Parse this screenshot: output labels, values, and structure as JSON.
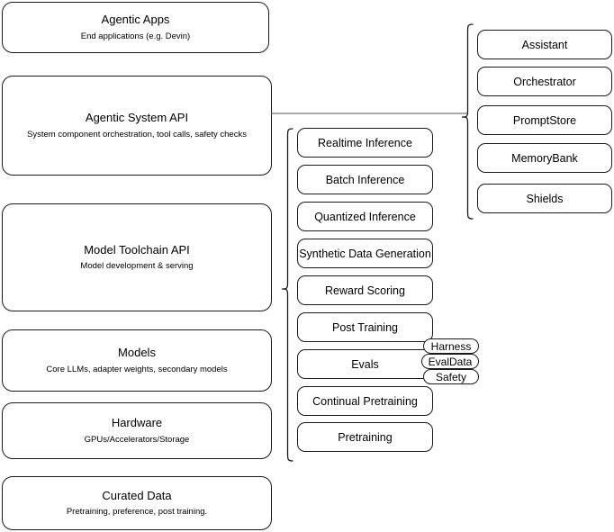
{
  "diagram": {
    "title": "AI Stack Layered Architecture Diagram",
    "stroke_color": "#1a1a1a",
    "background_color": "#ffffff"
  },
  "layers": [
    {
      "name": "agentic-apps",
      "title": "Agentic Apps",
      "subtitle": "End applications (e.g. Devin)"
    },
    {
      "name": "agentic-system-api",
      "title": "Agentic System API",
      "subtitle": "System component orchestration, tool calls, safety checks"
    },
    {
      "name": "model-toolchain-api",
      "title": "Model Toolchain API",
      "subtitle": "Model development & serving"
    },
    {
      "name": "models",
      "title": "Models",
      "subtitle": "Core LLMs, adapter weights, secondary models"
    },
    {
      "name": "hardware",
      "title": "Hardware",
      "subtitle": "GPUs/Accelerators/Storage"
    },
    {
      "name": "curated-data",
      "title": "Curated Data",
      "subtitle": "Pretraining, preference, post training."
    }
  ],
  "toolchain_components": [
    {
      "name": "realtime-inference",
      "label": "Realtime Inference"
    },
    {
      "name": "batch-inference",
      "label": "Batch Inference"
    },
    {
      "name": "quantized-inference",
      "label": "Quantized Inference"
    },
    {
      "name": "synthetic-data-generation",
      "label": "Synthetic Data Generation"
    },
    {
      "name": "reward-scoring",
      "label": "Reward Scoring"
    },
    {
      "name": "post-training",
      "label": "Post Training"
    },
    {
      "name": "evals",
      "label": "Evals"
    },
    {
      "name": "continual-pretraining",
      "label": "Continual Pretraining"
    },
    {
      "name": "pretraining",
      "label": "Pretraining"
    }
  ],
  "evals_subcomponents": [
    {
      "name": "harness",
      "label": "Harness"
    },
    {
      "name": "evaldata",
      "label": "EvalData"
    },
    {
      "name": "safety",
      "label": "Safety"
    }
  ],
  "agentic_system_components": [
    {
      "name": "assistant",
      "label": "Assistant"
    },
    {
      "name": "orchestrator",
      "label": "Orchestrator"
    },
    {
      "name": "promptstore",
      "label": "PromptStore"
    },
    {
      "name": "memorybank",
      "label": "MemoryBank"
    },
    {
      "name": "shields",
      "label": "Shields"
    }
  ]
}
